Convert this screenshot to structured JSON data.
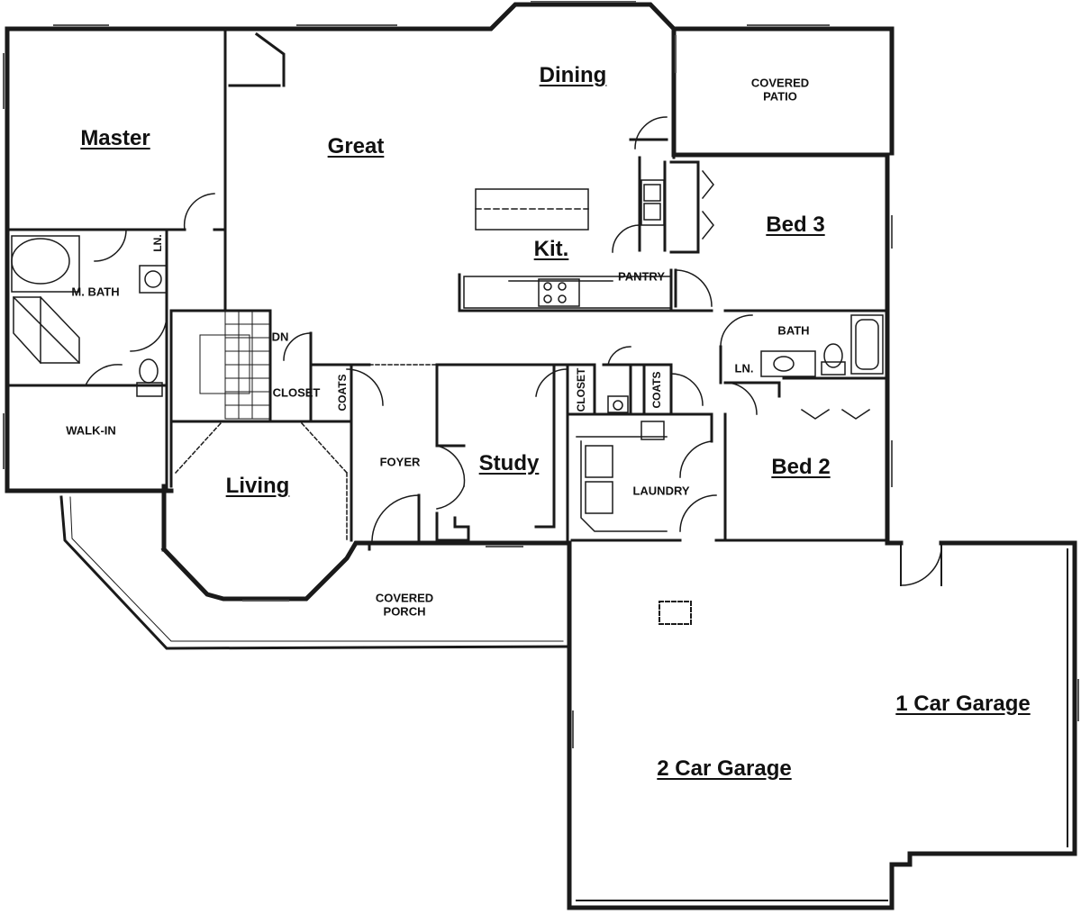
{
  "rooms": {
    "master": "Master",
    "great": "Great",
    "dining": "Dining",
    "covered_patio_1": "COVERED",
    "covered_patio_2": "PATIO",
    "bed3": "Bed 3",
    "kit": "Kit.",
    "pantry": "PANTRY",
    "m_bath": "M. BATH",
    "ln_master": "LN.",
    "dn": "DN",
    "closet_stair": "CLOSET",
    "coats_foyer": "COATS",
    "bath": "BATH",
    "ln_hall": "LN.",
    "closet_hall": "CLOSET",
    "coats_hall": "COATS",
    "walk_in": "WALK-IN",
    "living": "Living",
    "foyer": "FOYER",
    "study": "Study",
    "laundry": "LAUNDRY",
    "bed2": "Bed 2",
    "covered_porch_1": "COVERED",
    "covered_porch_2": "PORCH",
    "garage_1": "1 Car Garage",
    "garage_2": "2 Car Garage"
  },
  "colors": {
    "wall": "#1a1a1a",
    "fill": "#ffffff",
    "fixture": "#555555"
  }
}
